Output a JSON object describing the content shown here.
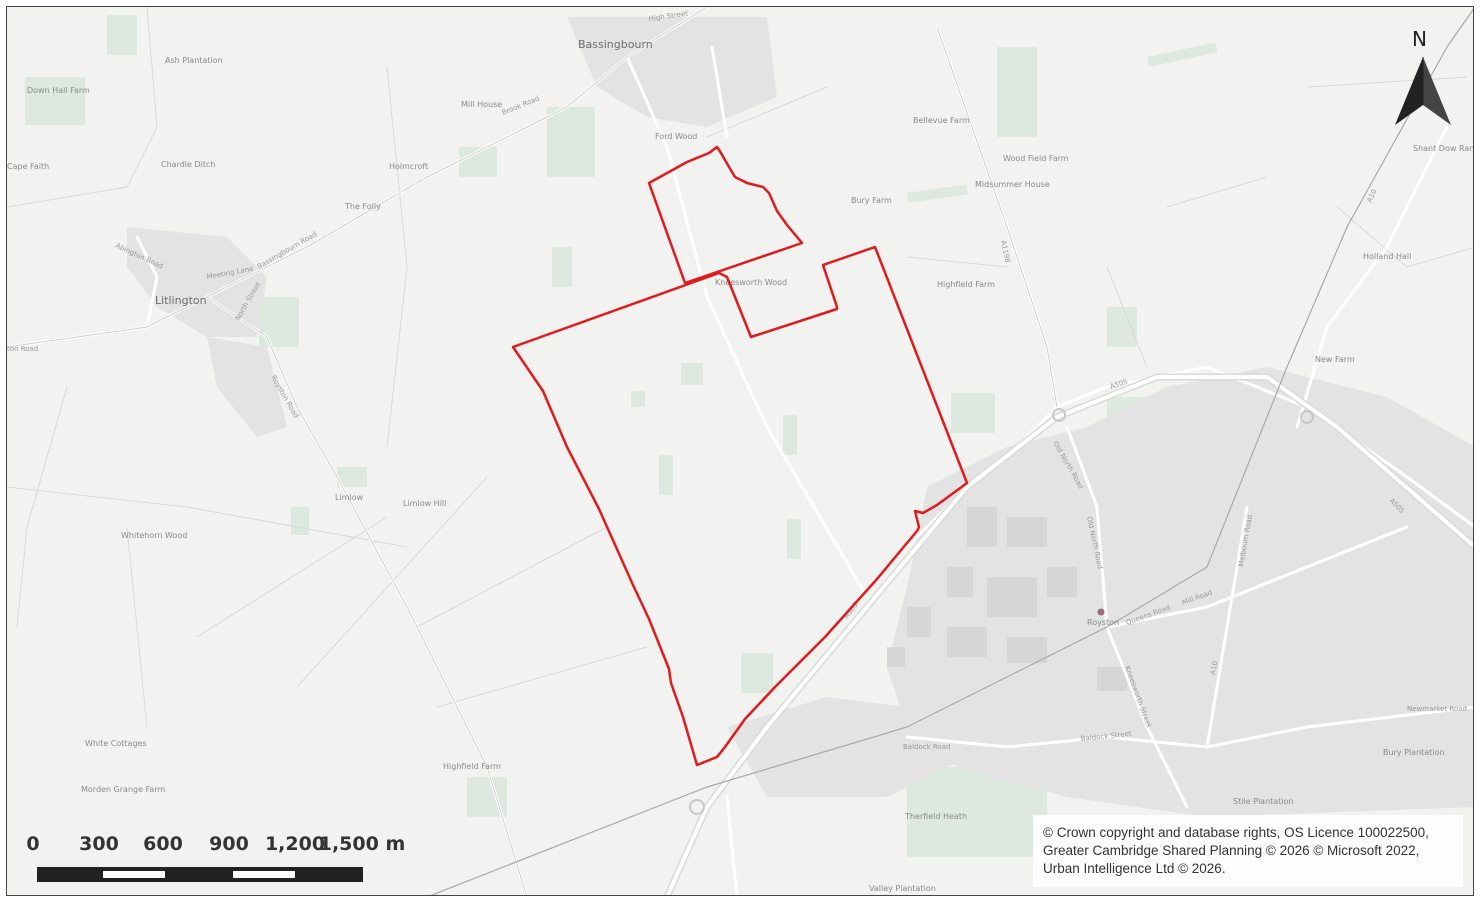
{
  "map": {
    "place_labels": [
      {
        "id": "bassingbourn",
        "text": "Bassingbourn"
      },
      {
        "id": "litlington",
        "text": "Litlington"
      },
      {
        "id": "royston",
        "text": "Royston"
      },
      {
        "id": "ash-plantation",
        "text": "Ash Plantation"
      },
      {
        "id": "down-hall-farm",
        "text": "Down Hall Farm"
      },
      {
        "id": "cape-faith",
        "text": "Cape Faith"
      },
      {
        "id": "chardle-ditch",
        "text": "Chardle Ditch"
      },
      {
        "id": "mill-house",
        "text": "Mill House"
      },
      {
        "id": "holmcroft",
        "text": "Holmcroft"
      },
      {
        "id": "the-folly",
        "text": "The Folly"
      },
      {
        "id": "ford-wood",
        "text": "Ford Wood"
      },
      {
        "id": "bellevue-farm",
        "text": "Bellevue Farm"
      },
      {
        "id": "wood-field-farm",
        "text": "Wood Field Farm"
      },
      {
        "id": "midsummer-house",
        "text": "Midsummer House"
      },
      {
        "id": "bury-farm",
        "text": "Bury Farm"
      },
      {
        "id": "kneesworth-wood",
        "text": "Kneesworth Wood"
      },
      {
        "id": "highfield-farm-east",
        "text": "Highfield Farm"
      },
      {
        "id": "holland-hall",
        "text": "Holland Hall"
      },
      {
        "id": "new-farm",
        "text": "New Farm"
      },
      {
        "id": "shant-dow-ranch",
        "text": "Shant Dow Ranch"
      },
      {
        "id": "limlow",
        "text": "Limlow"
      },
      {
        "id": "limlow-hill",
        "text": "Limlow Hill"
      },
      {
        "id": "whitehorn-wood",
        "text": "Whitehorn Wood"
      },
      {
        "id": "white-cottages",
        "text": "White Cottages"
      },
      {
        "id": "morden-grange-farm",
        "text": "Morden Grange Farm"
      },
      {
        "id": "highfield-farm-south",
        "text": "Highfield Farm"
      },
      {
        "id": "therfield-heath",
        "text": "Therfield Heath"
      },
      {
        "id": "valley-plantation",
        "text": "Valley Plantation"
      },
      {
        "id": "stile-plantation",
        "text": "Stile Plantation"
      },
      {
        "id": "bury-plantation",
        "text": "Bury Plantation"
      }
    ],
    "road_labels": [
      {
        "id": "high-street",
        "text": "High Street"
      },
      {
        "id": "brook-road",
        "text": "Brook Road"
      },
      {
        "id": "bassingbourn-road",
        "text": "Bassingbourn Road"
      },
      {
        "id": "abington-road",
        "text": "Abington Road"
      },
      {
        "id": "meeting-lane",
        "text": "Meeting Lane"
      },
      {
        "id": "north-street",
        "text": "North Street"
      },
      {
        "id": "royston-road",
        "text": "Royston Road"
      },
      {
        "id": "litlington-road",
        "text": "ton Road"
      },
      {
        "id": "a1198",
        "text": "A1198"
      },
      {
        "id": "a505-north",
        "text": "A505"
      },
      {
        "id": "a505-east",
        "text": "A505"
      },
      {
        "id": "a505-south",
        "text": "A505"
      },
      {
        "id": "old-north-road",
        "text": "Old North Road"
      },
      {
        "id": "old-north-road-2",
        "text": "Old North Road"
      },
      {
        "id": "queens-road",
        "text": "Queens Road"
      },
      {
        "id": "mill-road",
        "text": "Mill Road"
      },
      {
        "id": "melbourn-road",
        "text": "Melbourn Road"
      },
      {
        "id": "a10",
        "text": "A10"
      },
      {
        "id": "a10-2",
        "text": "A10"
      },
      {
        "id": "newmarket-road",
        "text": "Newmarket Road"
      },
      {
        "id": "baldock-road",
        "text": "Baldock Road"
      },
      {
        "id": "baldock-street",
        "text": "Baldock Street"
      },
      {
        "id": "kneesworth-street",
        "text": "Kneesworth Street"
      }
    ],
    "boundary_color": "#e31a1c"
  },
  "north_arrow": {
    "letter": "N"
  },
  "scale_bar": {
    "ticks": [
      "0",
      "300",
      "600",
      "900",
      "1,200",
      "1,500 m"
    ]
  },
  "copyright": {
    "text": "© Crown copyright and database rights, OS Licence 100022500,  Greater Cambridge Shared Planning © 2026  © Microsoft 2022, Urban Intelligence Ltd © 2026."
  }
}
